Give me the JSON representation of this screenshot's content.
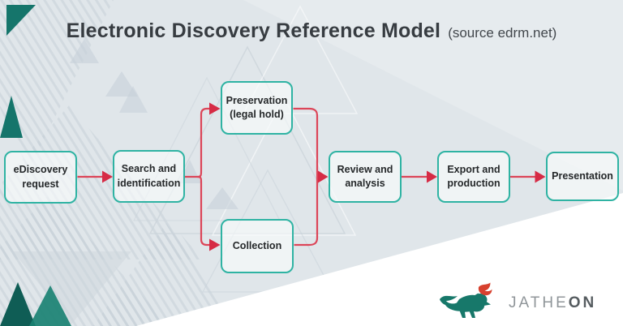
{
  "title": {
    "text": "Electronic Discovery Reference Model",
    "source": "(source edrm.net)"
  },
  "diagram": {
    "type": "flowchart",
    "direction": "left-to-right",
    "nodes": [
      {
        "id": "ediscovery-request",
        "label": "eDiscovery request"
      },
      {
        "id": "search-and-identification",
        "label": "Search and identification"
      },
      {
        "id": "preservation-legal-hold",
        "label": "Preservation (legal hold)"
      },
      {
        "id": "collection",
        "label": "Collection"
      },
      {
        "id": "review-and-analysis",
        "label": "Review and analysis"
      },
      {
        "id": "export-and-production",
        "label": "Export and production"
      },
      {
        "id": "presentation",
        "label": "Presentation"
      }
    ],
    "edges": [
      "eDiscovery request -> Search and identification",
      "Search and identification -> Preservation (legal hold)",
      "Search and identification -> Collection",
      "Preservation (legal hold) -> Review and analysis",
      "Collection -> Review and analysis",
      "Review and analysis -> Export and production",
      "Export and production -> Presentation"
    ]
  },
  "logo": {
    "icon": "fox",
    "wordmark_prefix": "JATHE",
    "wordmark_suffix": "ON"
  },
  "colors": {
    "background": "#e0e6ea",
    "node_border": "#2fb3a3",
    "connector": "#dc4558",
    "arrowhead": "#d62b45",
    "brand_teal": "#17786a",
    "brand_red": "#d7402e",
    "wedge": "#ffffff"
  }
}
